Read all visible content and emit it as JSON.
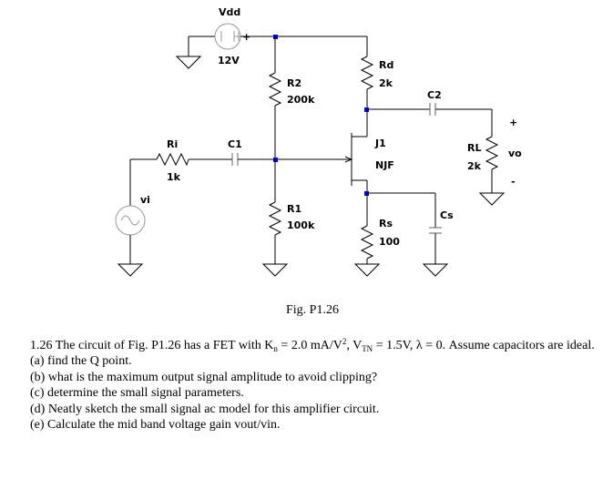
{
  "figure": {
    "labels": {
      "vdd": "Vdd",
      "vdd_value": "12V",
      "r2": "R2",
      "r2_value": "200k",
      "r1": "R1",
      "r1_value": "100k",
      "rd": "Rd",
      "rd_value": "2k",
      "rs": "Rs",
      "rs_value": "100",
      "ri": "Ri",
      "ri_value": "1k",
      "c1": "C1",
      "c2": "C2",
      "cs": "Cs",
      "j1": "J1",
      "j1_model": "NJF",
      "rl": "RL",
      "rl_value": "2k",
      "vi": "vi",
      "vo": "vo",
      "plus": "+",
      "minus": "-",
      "vdd_plus": "+"
    },
    "caption": "Fig. P1.26"
  },
  "problem": {
    "intro_prefix": "1.26 The circuit of Fig. P1.26 has a FET with K",
    "kn_sub": "n",
    "kn_eq": " = 2.0 mA/V",
    "kn_exp": "2",
    "vtn_prefix": ", V",
    "vtn_sub": "TN",
    "vtn_rest": " = 1.5V, λ = 0. Assume capacitors are ideal.",
    "parts": [
      "(a) find the Q point.",
      "(b) what is the maximum output signal amplitude to avoid clipping?",
      "(c) determine the small signal parameters.",
      "(d) Neatly sketch the small signal ac model for this amplifier circuit.",
      "(e) Calculate the mid band voltage gain vout/vin."
    ]
  },
  "colors": {
    "wire": "#000000",
    "node": "#0000ff",
    "capacitor_plate": "#666666"
  }
}
